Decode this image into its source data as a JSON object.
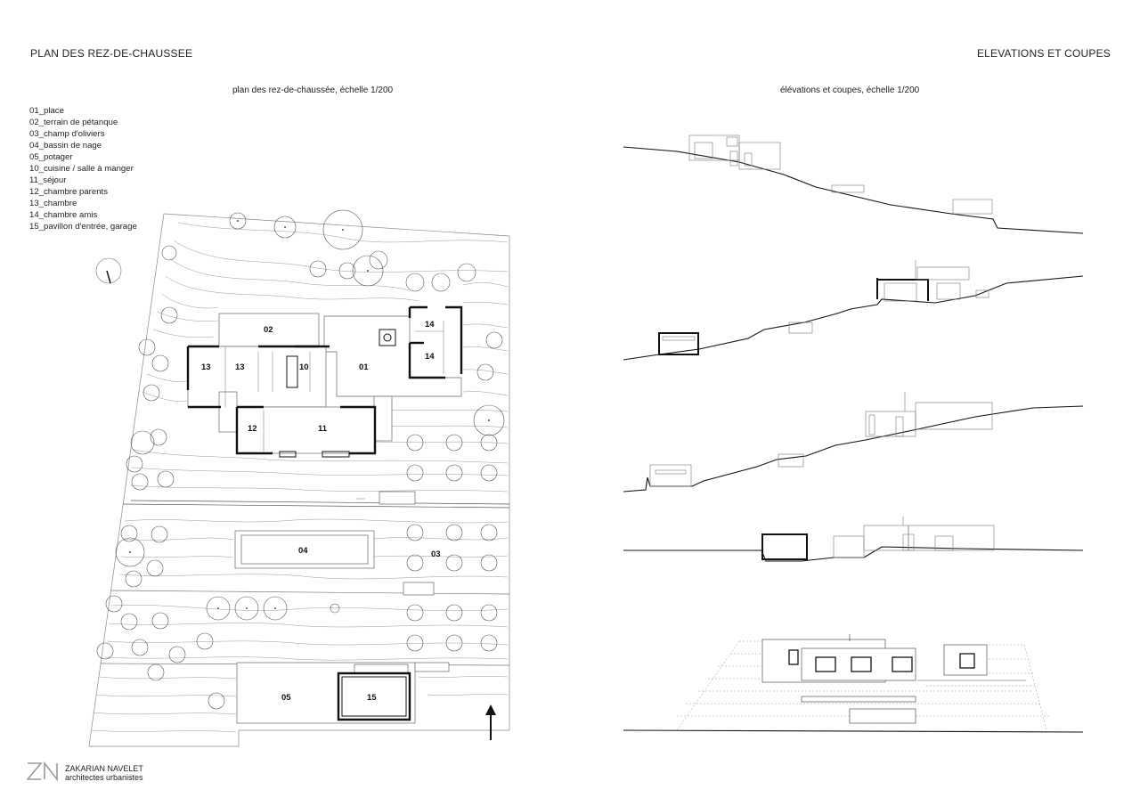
{
  "header": {
    "left_title": "PLAN DES REZ-DE-CHAUSSEE",
    "right_title": "ELEVATIONS ET COUPES"
  },
  "plan": {
    "subtitle": "plan des rez-de-chaussée, échelle 1/200",
    "legend": [
      "01_place",
      "02_terrain de pétanque",
      "03_champ d'oliviers",
      "04_bassin de nage",
      "05_potager",
      "10_cuisine / salle à manger",
      "11_séjour",
      "12_chambre parents",
      "13_chambre",
      "14_chambre amis",
      "15_pavillon d'entrée, garage"
    ],
    "rooms": {
      "r01": "01",
      "r02": "02",
      "r03": "03",
      "r04": "04",
      "r05": "05",
      "r10": "10",
      "r11": "11",
      "r12": "12",
      "r13a": "13",
      "r13b": "13",
      "r14a": "14",
      "r14b": "14",
      "r15": "15"
    }
  },
  "elevations": {
    "subtitle": "élévations et coupes, échelle 1/200"
  },
  "footer": {
    "logo": "ZN",
    "firm_name": "ZAKARIAN NAVELET",
    "firm_role": "architectes urbanistes"
  },
  "icons": {
    "north_arrow": "arrow-up-icon",
    "orientation": "compass-icon"
  }
}
